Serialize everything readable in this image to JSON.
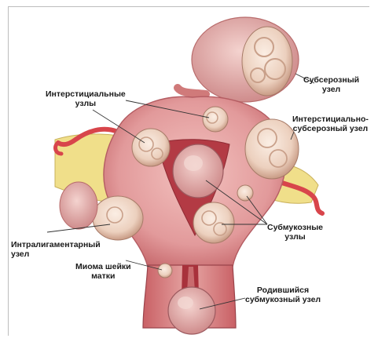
{
  "labels": {
    "interstitial": {
      "line1": "Интерстициальные",
      "line2": "узлы"
    },
    "subserous": {
      "line1": "Субсерозный",
      "line2": "узел"
    },
    "interstitial_subserous": {
      "line1": "Интерстициально-",
      "line2": "субсерозный узел"
    },
    "submucous": {
      "line1": "Субмукозные",
      "line2": "узлы"
    },
    "intraligamentary": {
      "line1": "Интралигаментарный",
      "line2": "узел"
    },
    "cervical": {
      "line1": "Миома шейки",
      "line2": "матки"
    },
    "born_submucous": {
      "line1": "Родившийся",
      "line2": "субмукозный узел"
    }
  },
  "colors": {
    "uterine_wall": "#e5a3a3",
    "uterine_wall_dark": "#c96b6e",
    "cavity": "#b33a44",
    "node": "#efd6c6",
    "node_ring": "#c9a08a",
    "ligament": "#f0df8a",
    "tube": "#d8454b",
    "leader": "#333333"
  }
}
